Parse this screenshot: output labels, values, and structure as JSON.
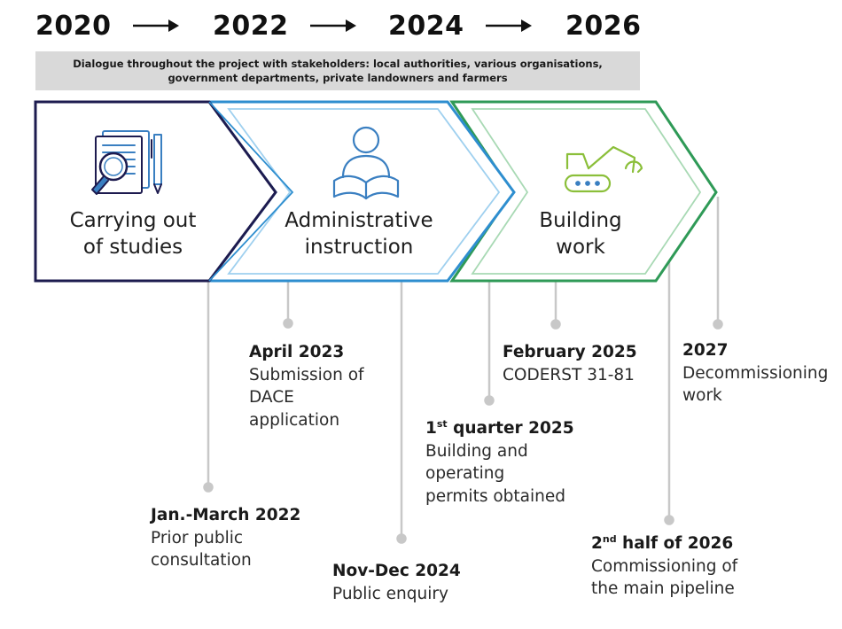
{
  "timeline": {
    "years": [
      "2020",
      "2022",
      "2024",
      "2026"
    ]
  },
  "banner": {
    "text": "Dialogue throughout the project with stakeholders: local authorities, various organisations, government departments, private landowners and farmers"
  },
  "phases": [
    {
      "label_line1": "Carrying out",
      "label_line2": "of studies",
      "icon": "document-magnifier-icon",
      "color": "#1d1b4f"
    },
    {
      "label_line1": "Administrative",
      "label_line2": "instruction",
      "icon": "person-reading-book-icon",
      "color": "#2e8ecf"
    },
    {
      "label_line1": "Building",
      "label_line2": "work",
      "icon": "excavator-icon",
      "color": "#2f9a57"
    }
  ],
  "milestones": [
    {
      "date": "Jan.-March 2022",
      "desc": "Prior public\nconsultation"
    },
    {
      "date": "April 2023",
      "desc": "Submission of\nDACE\napplication"
    },
    {
      "date": "Nov-Dec 2024",
      "desc": "Public enquiry"
    },
    {
      "date_number": "1",
      "date_sup": "st",
      "date_rest": " quarter 2025",
      "desc": "Building and\noperating\npermits obtained"
    },
    {
      "date": "February 2025",
      "desc": "CODERST 31-81"
    },
    {
      "date_number": "2",
      "date_sup": "nd",
      "date_rest": " half of 2026",
      "desc": "Commissioning of\nthe main pipeline"
    },
    {
      "date": "2027",
      "desc": "Decommissioning\nwork"
    }
  ],
  "colors": {
    "phase1_dark_navy": "#1d1b4f",
    "phase2_blue": "#2e8ecf",
    "phase3_green": "#2f9a57",
    "icon_blue": "#3a7fc1",
    "icon_green": "#8bbf3a",
    "connector_gray": "#c8c8c8",
    "banner_gray": "#d9d9d9"
  }
}
